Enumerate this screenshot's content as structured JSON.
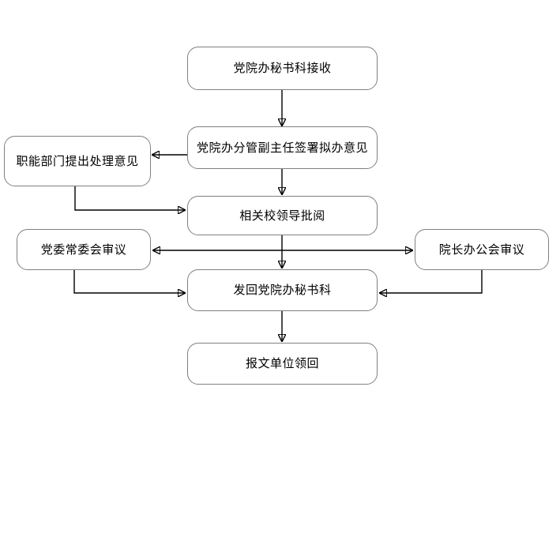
{
  "diagram": {
    "title": "",
    "type": "flowchart",
    "stroke_color": "#808080",
    "edge_color": "#000000",
    "background": "#ffffff",
    "nodes": [
      {
        "id": "receive",
        "label": "党院办秘书科接收"
      },
      {
        "id": "sign",
        "label": "党院办分管副主任签署拟办意见"
      },
      {
        "id": "department",
        "label": "职能部门提出处理意见"
      },
      {
        "id": "review",
        "label": "相关校领导批阅"
      },
      {
        "id": "party",
        "label": "党委常委会审议"
      },
      {
        "id": "president",
        "label": "院长办公会审议"
      },
      {
        "id": "return",
        "label": "发回党院办秘书科"
      },
      {
        "id": "pickup",
        "label": "报文单位领回"
      }
    ],
    "edges": [
      {
        "from": "receive",
        "to": "sign",
        "direction": "down"
      },
      {
        "from": "sign",
        "to": "department",
        "direction": "left"
      },
      {
        "from": "sign",
        "to": "review",
        "direction": "down"
      },
      {
        "from": "department",
        "to": "review",
        "direction": "right"
      },
      {
        "from": "party",
        "to": "president",
        "direction": "both"
      },
      {
        "from": "review",
        "to": "return",
        "direction": "down"
      },
      {
        "from": "party",
        "to": "return",
        "direction": "right"
      },
      {
        "from": "president",
        "to": "return",
        "direction": "left"
      },
      {
        "from": "return",
        "to": "pickup",
        "direction": "down"
      }
    ]
  }
}
